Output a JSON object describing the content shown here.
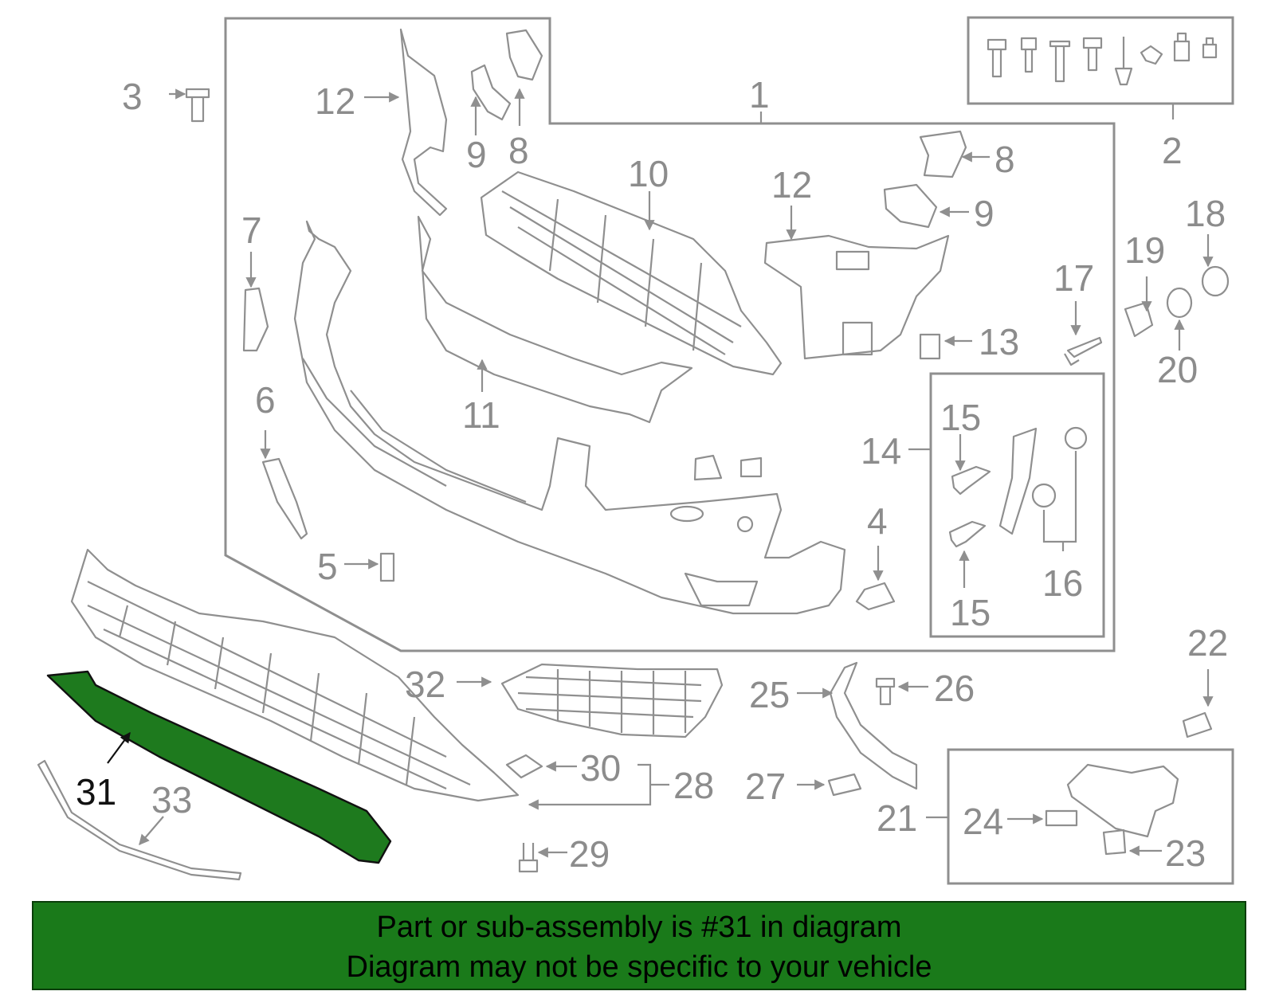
{
  "colors": {
    "highlight": "#1e7a1e",
    "banner_background": "#1a7a1a",
    "line_art": "#8f8f8f",
    "highlight_label": "#111111"
  },
  "callouts": {
    "c1": "1",
    "c2": "2",
    "c3": "3",
    "c4": "4",
    "c5": "5",
    "c6": "6",
    "c7": "7",
    "c8a": "8",
    "c8b": "8",
    "c9a": "9",
    "c9b": "9",
    "c10": "10",
    "c11": "11",
    "c12a": "12",
    "c12b": "12",
    "c13": "13",
    "c14": "14",
    "c15a": "15",
    "c15b": "15",
    "c16": "16",
    "c17": "17",
    "c18": "18",
    "c19": "19",
    "c20": "20",
    "c21": "21",
    "c22": "22",
    "c23": "23",
    "c24": "24",
    "c25": "25",
    "c26": "26",
    "c27": "27",
    "c28": "28",
    "c29": "29",
    "c30": "30",
    "c31": "31",
    "c32": "32",
    "c33": "33"
  },
  "banner": {
    "line1": "Part or sub-assembly is #31 in diagram",
    "line2": "Diagram may not be specific to your vehicle"
  }
}
